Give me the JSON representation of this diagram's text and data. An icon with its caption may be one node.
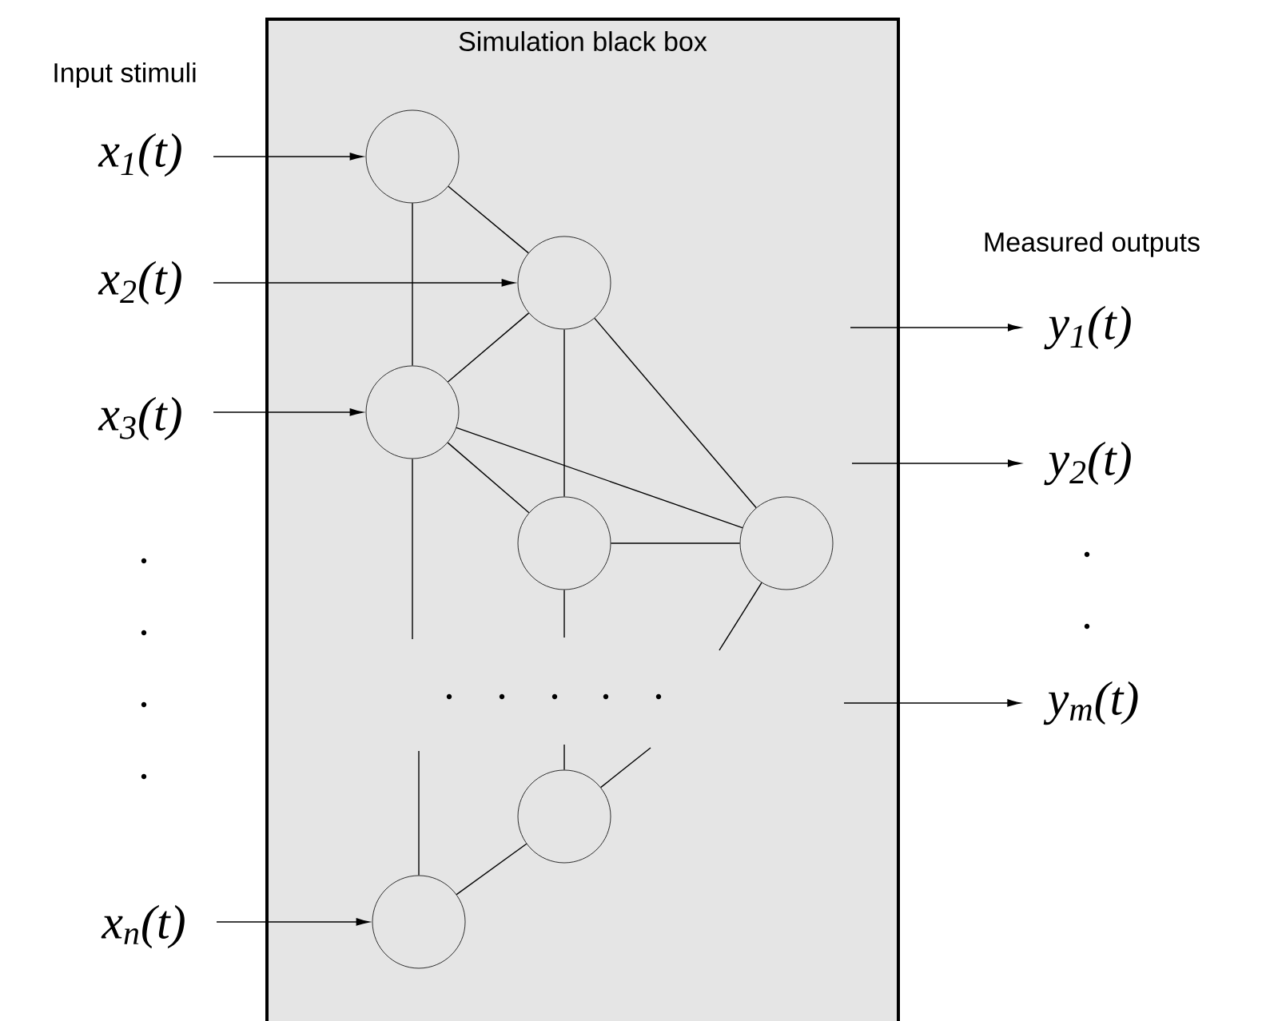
{
  "diagram": {
    "nodes": [
      {
        "text": [
          "Simulation black box"
        ]
      },
      {
        "text": [],
        "shape": "circle",
        "in": 0
      },
      {
        "text": [],
        "shape": "circle",
        "in": 0
      },
      {
        "text": [],
        "shape": "circle",
        "in": 0
      },
      {
        "text": [],
        "shape": "circle",
        "in": 0
      },
      {
        "text": [],
        "shape": "circle",
        "in": 0
      },
      {
        "text": [],
        "shape": "circle",
        "in": 0
      },
      {
        "text": [],
        "shape": "circle",
        "in": 0
      },
      {
        "text": [
          "x$_{1}$(t)"
        ]
      },
      {
        "text": [
          "x$_{2}$(t)"
        ]
      },
      {
        "text": [
          "x$_{3}$(t)"
        ]
      },
      {
        "text": [
          "x$_{n}$(t)"
        ]
      },
      {
        "text": [
          "y$_{1}$(t)"
        ]
      },
      {
        "text": [
          "y$_{2}$(t)"
        ]
      },
      {
        "text": [
          "y$_{m}$(t)"
        ]
      }
    ],
    "edges": [
      {
        "from": 8,
        "to": 1,
        "arrow": "to"
      },
      {
        "from": 9,
        "to": 2,
        "arrow": "to"
      },
      {
        "from": 10,
        "to": 3,
        "arrow": "to"
      },
      {
        "from": 11,
        "to": 7,
        "arrow": "to"
      },
      {
        "from": 1,
        "to": 2,
        "arrow": "none"
      },
      {
        "from": 1,
        "to": 3,
        "arrow": "none"
      },
      {
        "from": 2,
        "to": 3,
        "arrow": "none"
      },
      {
        "from": 2,
        "to": 4,
        "arrow": "none"
      },
      {
        "from": 2,
        "to": 5,
        "arrow": "none"
      },
      {
        "from": 3,
        "to": 4,
        "arrow": "none"
      },
      {
        "from": 3,
        "to": 5,
        "arrow": "none"
      },
      {
        "from": 4,
        "to": 5,
        "arrow": "none"
      },
      {
        "from": 6,
        "to": 7,
        "arrow": "none"
      },
      {
        "from": 3,
        "to": null,
        "arrow": "none"
      },
      {
        "from": 4,
        "to": null,
        "arrow": "none"
      },
      {
        "from": 5,
        "to": null,
        "arrow": "none"
      },
      {
        "from": 6,
        "to": null,
        "arrow": "none"
      },
      {
        "from": 6,
        "to": null,
        "arrow": "none"
      },
      {
        "from": 7,
        "to": null,
        "arrow": "none"
      },
      {
        "from": null,
        "to": 12,
        "arrow": "to"
      },
      {
        "from": null,
        "to": 13,
        "arrow": "to"
      },
      {
        "from": null,
        "to": 14,
        "arrow": "to"
      }
    ],
    "labels": [
      "Input stimuli",
      "Measured outputs"
    ]
  }
}
